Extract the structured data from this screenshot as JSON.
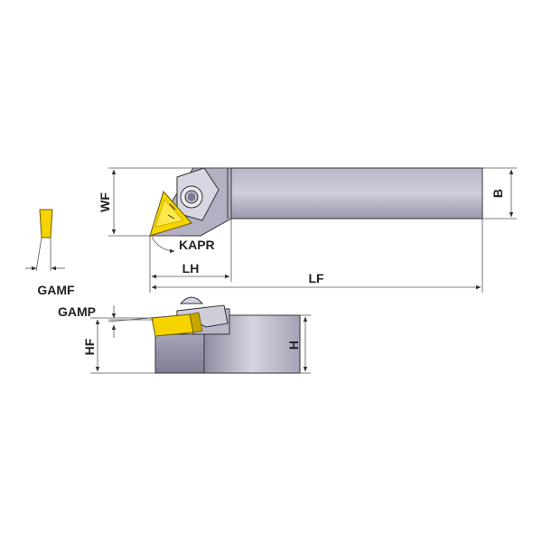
{
  "labels": {
    "wf": "WF",
    "b": "B",
    "kapr": "KAPR",
    "lh": "LH",
    "lf": "LF",
    "gamf": "GAMF",
    "gamp": "GAMP",
    "hf": "HF",
    "h": "H"
  },
  "colors": {
    "shank_light": "#c4c2d2",
    "shank_mid": "#a9a6bb",
    "shank_dark": "#8a879c",
    "insert_yellow": "#f5d400",
    "insert_dark": "#c7a600",
    "outline": "#333333"
  },
  "icons": [
    "screw-icon",
    "clamp-icon"
  ]
}
